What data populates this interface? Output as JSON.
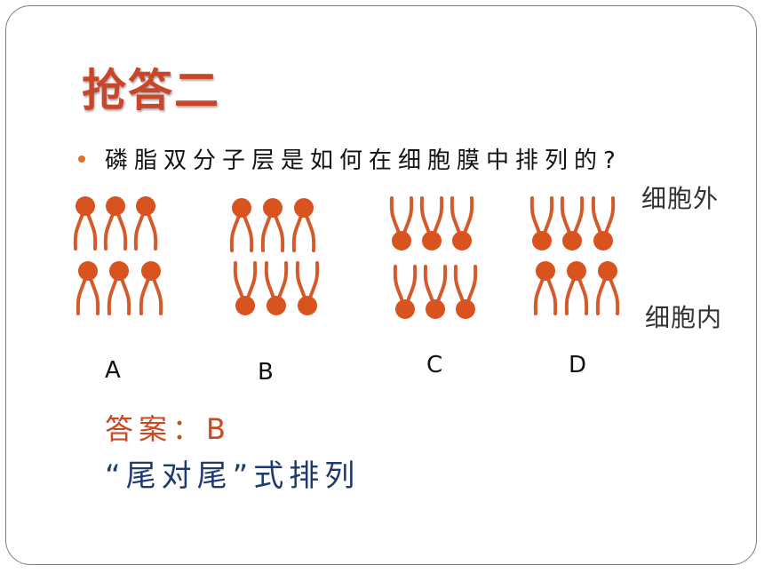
{
  "slide": {
    "title": "抢答二",
    "question": "磷脂双分子层是如何在细胞膜中排列的?",
    "outside_label": "细胞外",
    "inside_label": "细胞内",
    "options": [
      "A",
      "B",
      "C",
      "D"
    ],
    "answer": "答案：B",
    "explanation": "“尾对尾”式排列"
  },
  "colors": {
    "head": "#d9531e",
    "tail": "#d45a2c",
    "title": "#c9462a",
    "answer": "#c94a22",
    "explanation": "#1f3a6e"
  }
}
